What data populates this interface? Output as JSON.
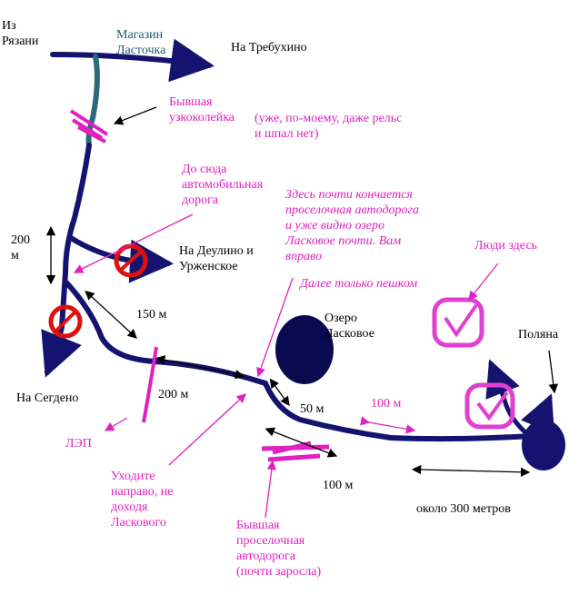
{
  "labels": {
    "from_ryazan": "Из\nРязани",
    "shop": "Магазин\nЛасточка",
    "to_trebukhino": "На Требухино",
    "narrow_gauge": "Бывшая\nузкоколейка",
    "narrow_gauge_note": "(уже, по-моему, даже рельс\nи шпал нет)",
    "road_end": "До сюда\nавтомобильная\nдорога",
    "dirt_road_end": "Здесь почти кончается\nпроселочная автодорога\nи уже видно озеро\nЛасковое почти. Вам\nвправо",
    "walk_only": "Далее только пешком",
    "people_here": "Люди здесь",
    "dist_200_left": "200\nм",
    "to_deulino": "На Деулино и\nУрженское",
    "dist_150": "150 м",
    "lake": "Озеро\nЛасковое",
    "glade": "Поляна",
    "to_segdeno": "На Сегдено",
    "dist_200_mid": "200 м",
    "dist_50": "50 м",
    "dist_100_top": "100 м",
    "power_line": "ЛЭП",
    "turn_right": "Уходите\nнаправо, не\nдоходя\nЛаскового",
    "dist_100_bottom": "100 м",
    "about_300": "около 300 метров",
    "old_dirt_road": "Бывшая\nпроселочная\nавтодорога\n(почти заросла)"
  },
  "colors": {
    "road": "#141470",
    "railway": "#2a6a7a",
    "annotation": "#e020c0",
    "stop_mark": "#e01010",
    "check_mark": "#e040d0",
    "lake": "#0a0a50"
  },
  "icons": {
    "stop": "red-circle-cross-icon",
    "check": "magenta-checkmark-icon"
  }
}
